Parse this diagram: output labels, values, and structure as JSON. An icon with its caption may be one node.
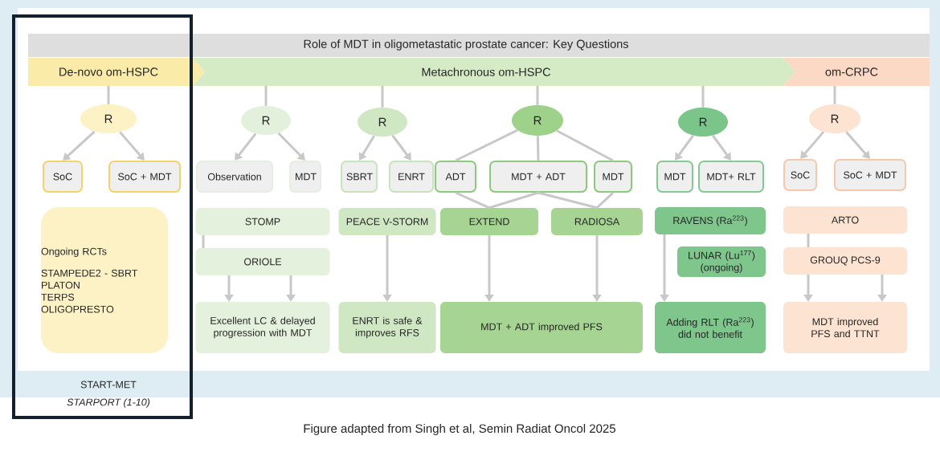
{
  "diagram": {
    "title": "Role of MDT in oligometastatic prostate cancer: Key Questions",
    "caption": "Figure adapted from Singh et al, Semin Radiat Oncol 2025",
    "nodes": [
      {
        "text": [
          "De-novo om-HSPC"
        ]
      },
      {
        "text": [
          "Metachronous om-HSPC"
        ]
      },
      {
        "text": [
          "om-CRPC"
        ]
      },
      {
        "text": [
          "R"
        ]
      },
      {
        "text": [
          "SoC"
        ]
      },
      {
        "text": [
          "SoC + MDT"
        ]
      },
      {
        "text": [
          "Ongoing RCTs",
          "STAMPEDE2 - SBRT",
          "PLATON",
          "TERPS",
          "OLIGOPRESTO"
        ]
      },
      {
        "text": [
          "R"
        ]
      },
      {
        "text": [
          "Observation"
        ]
      },
      {
        "text": [
          "MDT"
        ]
      },
      {
        "text": [
          "STOMP"
        ]
      },
      {
        "text": [
          "ORIOLE"
        ]
      },
      {
        "text": [
          "Excellent LC & delayed progression with MDT"
        ]
      },
      {
        "text": [
          "R"
        ]
      },
      {
        "text": [
          "SBRT"
        ]
      },
      {
        "text": [
          "ENRT"
        ]
      },
      {
        "text": [
          "PEACE V-STORM"
        ]
      },
      {
        "text": [
          "ENRT is safe & improves RFS"
        ]
      },
      {
        "text": [
          "R"
        ]
      },
      {
        "text": [
          "ADT"
        ]
      },
      {
        "text": [
          "MDT + ADT"
        ]
      },
      {
        "text": [
          "MDT"
        ]
      },
      {
        "text": [
          "EXTEND"
        ]
      },
      {
        "text": [
          "RADIOSA"
        ]
      },
      {
        "text": [
          "MDT + ADT improved PFS"
        ]
      },
      {
        "text": [
          "R"
        ]
      },
      {
        "text": [
          "MDT"
        ]
      },
      {
        "text": [
          "MDT+ RLT"
        ]
      },
      {
        "text": [
          "RAVENS (Ra$^{223}$)"
        ]
      },
      {
        "text": [
          "LUNAR (Lu$^{177}$) (ongoing)"
        ]
      },
      {
        "text": [
          "Adding RLT (Ra$^{223}$) did not benefit"
        ]
      },
      {
        "text": [
          "R"
        ]
      },
      {
        "text": [
          "SoC"
        ]
      },
      {
        "text": [
          "SoC + MDT"
        ]
      },
      {
        "text": [
          "ARTO"
        ]
      },
      {
        "text": [
          "GROUQ PCS-9"
        ]
      },
      {
        "text": [
          "MDT improved PFS and TTNT"
        ]
      }
    ],
    "edges": [
      {
        "from": 0,
        "to": 3,
        "arrow": "none"
      },
      {
        "from": 3,
        "to": 4,
        "arrow": "to"
      },
      {
        "from": 3,
        "to": 5,
        "arrow": "to"
      },
      {
        "from": 1,
        "to": 7,
        "arrow": "none"
      },
      {
        "from": 7,
        "to": 8,
        "arrow": "to"
      },
      {
        "from": 7,
        "to": 9,
        "arrow": "to"
      },
      {
        "from": 10,
        "to": 11,
        "arrow": "none"
      },
      {
        "from": 11,
        "to": 12,
        "arrow": "to"
      },
      {
        "from": 11,
        "to": 12,
        "arrow": "to"
      },
      {
        "from": 1,
        "to": 13,
        "arrow": "none"
      },
      {
        "from": 13,
        "to": 14,
        "arrow": "to"
      },
      {
        "from": 13,
        "to": 15,
        "arrow": "to"
      },
      {
        "from": 16,
        "to": 17,
        "arrow": "to"
      },
      {
        "from": 1,
        "to": 18,
        "arrow": "none"
      },
      {
        "from": 18,
        "to": 19,
        "arrow": "none"
      },
      {
        "from": 18,
        "to": 20,
        "arrow": "none"
      },
      {
        "from": 18,
        "to": 21,
        "arrow": "none"
      },
      {
        "from": 19,
        "to": 22,
        "arrow": "none"
      },
      {
        "from": 20,
        "to": 22,
        "arrow": "none"
      },
      {
        "from": 20,
        "to": 23,
        "arrow": "none"
      },
      {
        "from": 21,
        "to": 23,
        "arrow": "none"
      },
      {
        "from": 22,
        "to": 24,
        "arrow": "to"
      },
      {
        "from": 23,
        "to": 24,
        "arrow": "to"
      },
      {
        "from": 1,
        "to": 25,
        "arrow": "none"
      },
      {
        "from": 25,
        "to": 26,
        "arrow": "to"
      },
      {
        "from": 25,
        "to": 27,
        "arrow": "to"
      },
      {
        "from": 28,
        "to": 30,
        "arrow": "to"
      },
      {
        "from": 2,
        "to": 31,
        "arrow": "none"
      },
      {
        "from": 31,
        "to": 32,
        "arrow": "to"
      },
      {
        "from": 31,
        "to": 33,
        "arrow": "to"
      },
      {
        "from": 34,
        "to": 35,
        "arrow": "none"
      },
      {
        "from": 35,
        "to": 36,
        "arrow": "to"
      },
      {
        "from": 35,
        "to": 36,
        "arrow": "to"
      }
    ],
    "labels": [
      "START-MET",
      "STARPORT (1-10)"
    ]
  }
}
